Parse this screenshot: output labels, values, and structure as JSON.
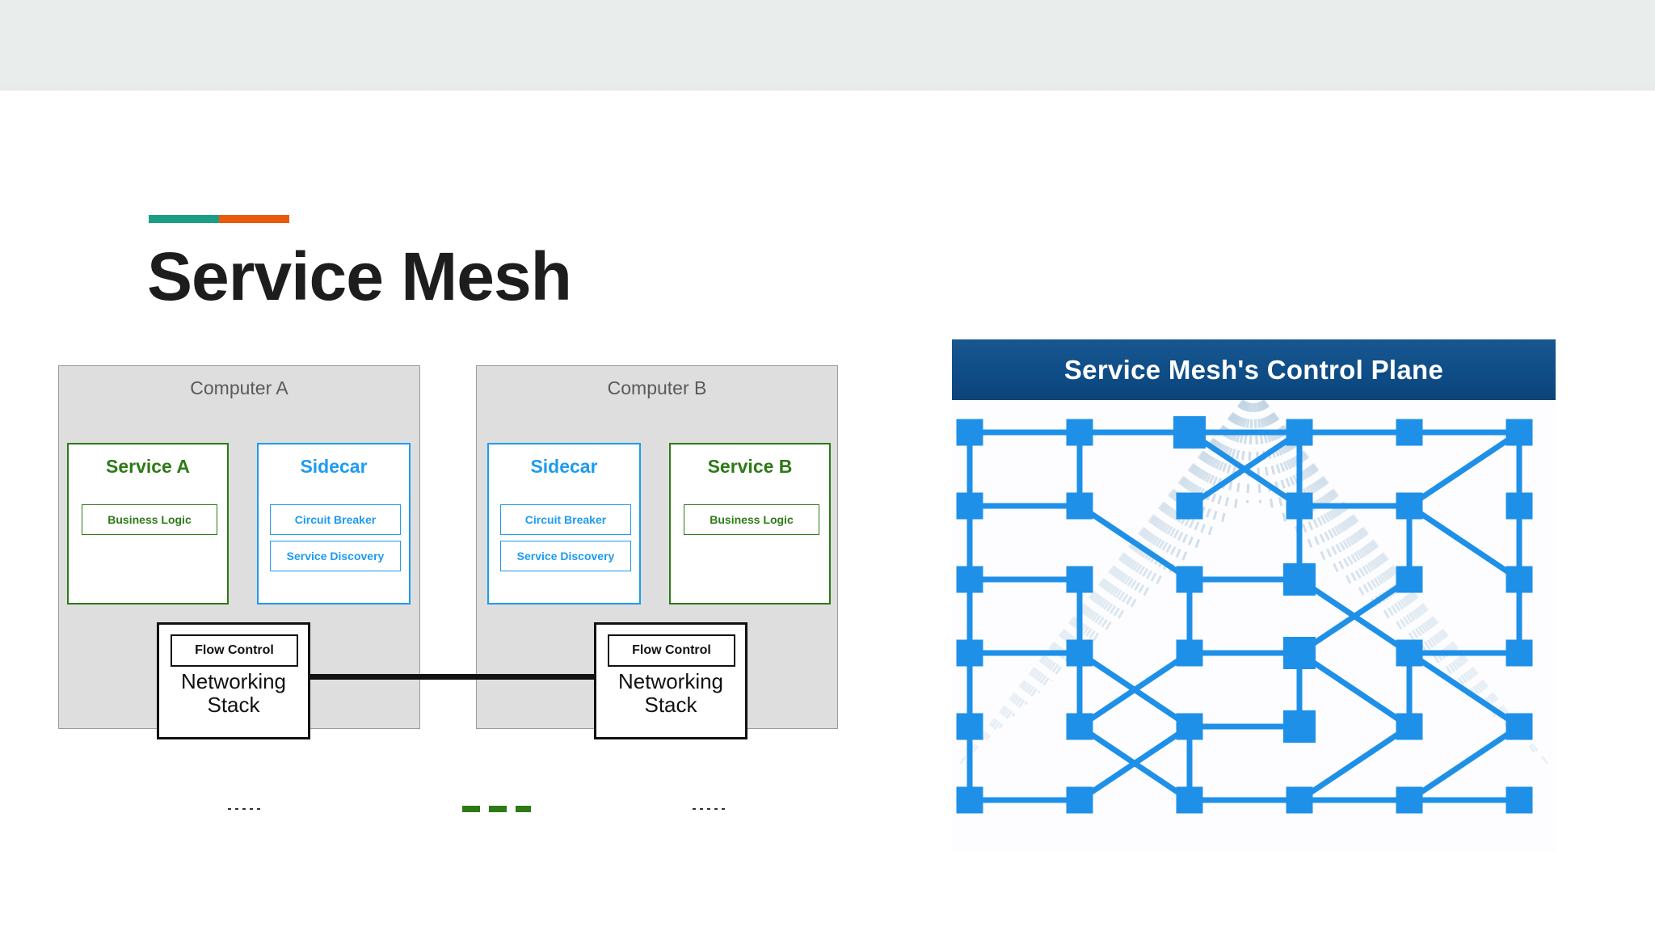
{
  "slide": {
    "title": "Service Mesh",
    "accent_colors": {
      "teal": "#1c9e86",
      "orange": "#e8590c"
    },
    "background": "#ffffff",
    "top_band_color": "#e9eeed"
  },
  "diagram": {
    "name": "service-mesh-sidecar-diagram",
    "colors": {
      "computer_fill": "#dededf",
      "service_green": "#2d7a17",
      "sidecar_blue": "#1e9bf0",
      "network_black": "#111111"
    },
    "computers": [
      {
        "label": "Computer A",
        "service": {
          "title": "Service A",
          "inner": "Business Logic"
        },
        "sidecar": {
          "title": "Sidecar",
          "items": [
            "Circuit Breaker",
            "Service Discovery"
          ]
        },
        "networking": {
          "flow_control": "Flow Control",
          "stack_line1": "Networking",
          "stack_line2": "Stack"
        }
      },
      {
        "label": "Computer B",
        "service": {
          "title": "Service B",
          "inner": "Business Logic"
        },
        "sidecar": {
          "title": "Sidecar",
          "items": [
            "Circuit Breaker",
            "Service Discovery"
          ]
        },
        "networking": {
          "flow_control": "Flow Control",
          "stack_line1": "Networking",
          "stack_line2": "Stack"
        }
      }
    ],
    "connections": [
      {
        "name": "service-a-to-sidecar-a",
        "style": "dotted",
        "color": "#333333"
      },
      {
        "name": "sidecar-a-to-sidecar-b",
        "style": "dashed",
        "color": "#2d7a17"
      },
      {
        "name": "sidecar-b-to-service-b",
        "style": "dotted",
        "color": "#333333"
      },
      {
        "name": "networking-stack-a-to-b",
        "style": "solid-thick",
        "color": "#111111"
      }
    ]
  },
  "control_plane_figure": {
    "name": "service-mesh-control-plane-figure",
    "banner_text": "Service Mesh's Control Plane",
    "banner_color": "#0e4c86",
    "banner_text_color": "#ffffff",
    "node_color": "#1e90e8",
    "link_color": "#1e90e8",
    "fan_line_color": "#b9cfdf",
    "grid_columns": 6,
    "grid_rows": 6
  }
}
